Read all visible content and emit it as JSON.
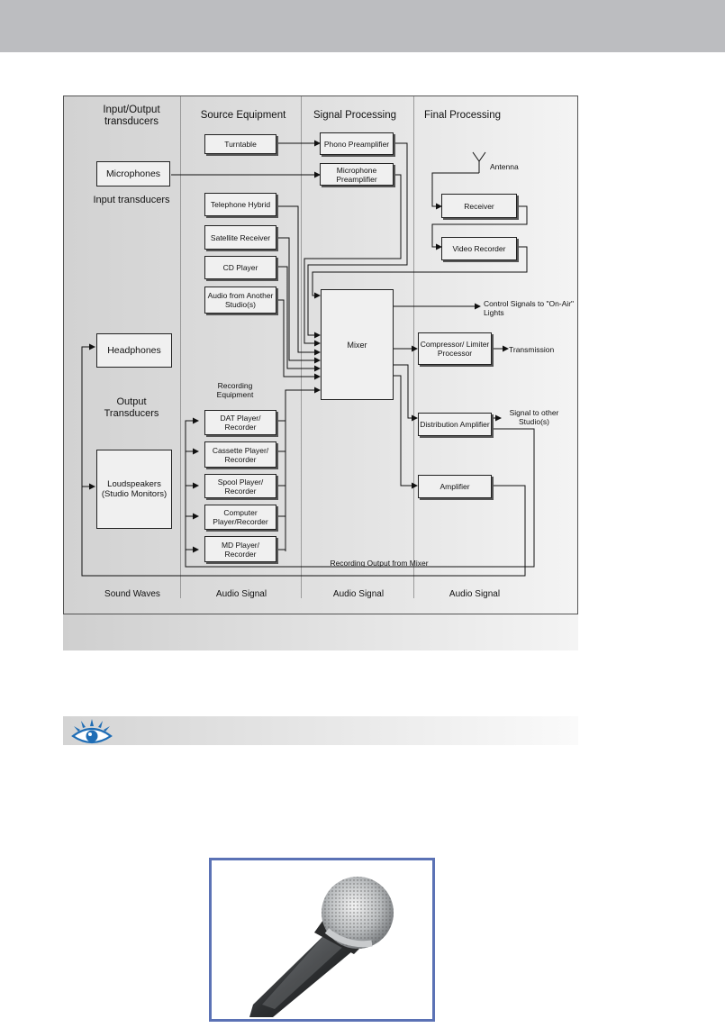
{
  "columns": {
    "input_output_transducers": "Input/Output transducers",
    "source_equipment": "Source Equipment",
    "signal_processing": "Signal Processing",
    "final_processing": "Final Processing"
  },
  "transducers": {
    "microphones": "Microphones",
    "input_transducers": "Input transducers",
    "headphones": "Headphones",
    "output_transducers": "Output Transducers",
    "loudspeakers": "Loudspeakers (Studio Monitors)"
  },
  "sources": {
    "turntable": "Turntable",
    "telephone_hybrid": "Telephone Hybrid",
    "satellite_receiver": "Satellite Receiver",
    "cd_player": "CD Player",
    "audio_from_studio": "Audio from Another Studio(s)",
    "recording_equipment": "Recording Equipment",
    "dat_player": "DAT Player/ Recorder",
    "cassette_player": "Cassette Player/ Recorder",
    "spool_player": "Spool Player/ Recorder",
    "computer_player": "Computer Player/Recorder",
    "md_player": "MD Player/ Recorder"
  },
  "processing": {
    "phono_preamp": "Phono Preamplifier",
    "mic_preamp": "Microphone Preamplifier",
    "mixer": "Mixer"
  },
  "final": {
    "antenna": "Antenna",
    "receiver": "Receiver",
    "video_recorder": "Video Recorder",
    "control_signals": "Control Signals to \"On-Air\" Lights",
    "compressor": "Compressor/ Limiter Processor",
    "transmission": "Transmission",
    "distribution_amp": "Distribution Amplifier",
    "signal_to_other": "Signal to other Studio(s)",
    "amplifier": "Amplifier",
    "recording_output": "Recording Output from Mixer"
  },
  "footer": {
    "sound_waves": "Sound Waves",
    "audio_signal_1": "Audio Signal",
    "audio_signal_2": "Audio Signal",
    "audio_signal_3": "Audio Signal"
  },
  "icons": {
    "tip": "eye-icon",
    "photo": "microphone-photo"
  },
  "colors": {
    "header_bar": "#bcbdc0",
    "eye_blue": "#1f6db5",
    "photo_border": "#5b72b5"
  }
}
